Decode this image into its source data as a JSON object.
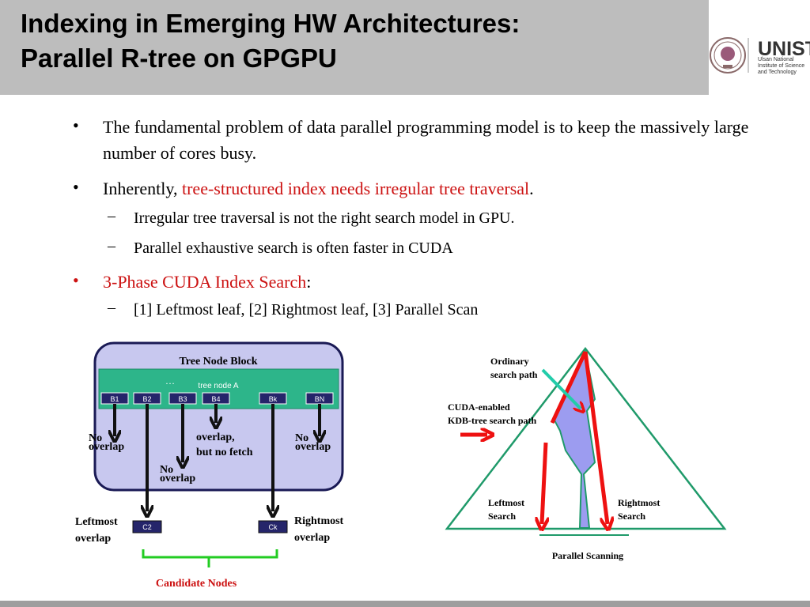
{
  "slide": {
    "title_line1": "Indexing in Emerging HW Architectures:",
    "title_line2": "Parallel R-tree on GPGPU",
    "logo": {
      "name": "UNIST",
      "subtitle": "Ulsan National Institute of Science and Technology"
    }
  },
  "bullets": [
    {
      "text": "The fundamental problem of data parallel programming model is to keep the massively large number of cores busy."
    },
    {
      "prefix": "Inherently, ",
      "highlight": "tree-structured index needs irregular tree traversal",
      "suffix": "."
    },
    {
      "text": "Irregular tree traversal is not the right search model in GPU."
    },
    {
      "text": "Parallel exhaustive search is often faster in CUDA"
    },
    {
      "highlight": "3-Phase CUDA Index Search",
      "suffix": ":"
    },
    {
      "text": "[1] Leftmost leaf, [2] Rightmost leaf, [3] Parallel Scan"
    }
  ],
  "left_diagram": {
    "block_title": "Tree Node Block",
    "dots": "…",
    "node_label": "tree node A",
    "cells": [
      "B1",
      "B2",
      "B3",
      "B4",
      "Bk",
      "BN"
    ],
    "no_overlap_1a": "No",
    "no_overlap_1b": "overlap",
    "no_overlap_2a": "No",
    "no_overlap_2b": "overlap",
    "no_overlap_3a": "No",
    "no_overlap_3b": "overlap",
    "overlap_no_fetch_a": "overlap,",
    "overlap_no_fetch_b": "but no fetch",
    "leftmost_a": "Leftmost",
    "leftmost_b": "overlap",
    "rightmost_a": "Rightmost",
    "rightmost_b": "overlap",
    "c2": "C2",
    "ck": "Ck",
    "candidate": "Candidate Nodes",
    "colors": {
      "block_bg": "#c8c8ef",
      "block_border": "#1a1a55",
      "node_bar": "#2db58a",
      "cell_bg": "#25256a",
      "candidate": "#cc1111",
      "bracket": "#22cc22"
    }
  },
  "right_diagram": {
    "ordinary_a": "Ordinary",
    "ordinary_b": "search path",
    "cuda_a": "CUDA-enabled",
    "cuda_b": "KDB-tree search path",
    "leftmost_a": "Leftmost",
    "leftmost_b": "Search",
    "rightmost_a": "Rightmost",
    "rightmost_b": "Search",
    "parallel": "Parallel Scanning",
    "colors": {
      "triangle": "#1f9a6a",
      "path_fill": "#9c9cf0",
      "red": "#ee1111",
      "teal": "#22ccaa"
    }
  }
}
